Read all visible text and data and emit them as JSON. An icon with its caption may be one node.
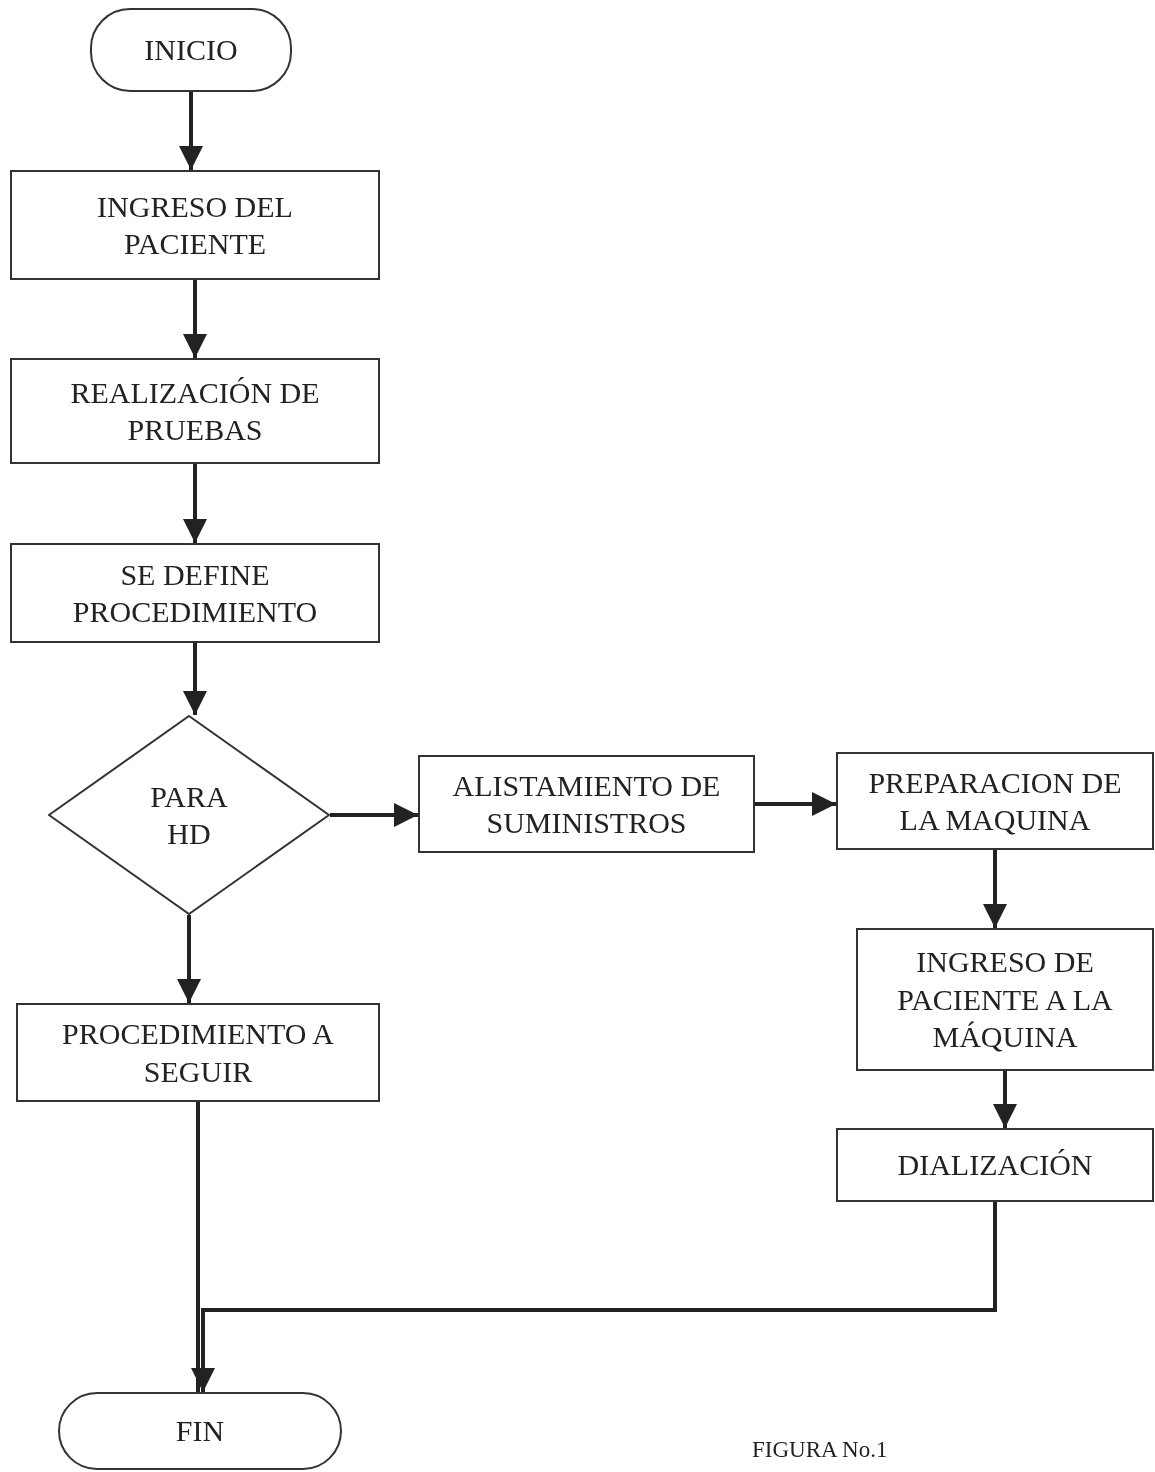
{
  "diagram": {
    "caption": "FIGURA No.1",
    "nodes": [
      {
        "text": [
          "INICIO"
        ]
      },
      {
        "text": [
          "INGRESO DEL PACIENTE"
        ]
      },
      {
        "text": [
          "REALIZACIÓN DE PRUEBAS"
        ]
      },
      {
        "text": [
          "SE DEFINE PROCEDIMIENTO"
        ]
      },
      {
        "text": [
          "PARA HD"
        ]
      },
      {
        "text": [
          "ALISTAMIENTO DE SUMINISTROS"
        ]
      },
      {
        "text": [
          "PREPARACION DE LA MAQUINA"
        ]
      },
      {
        "text": [
          "INGRESO DE PACIENTE A LA MÁQUINA"
        ]
      },
      {
        "text": [
          "DIALIZACIÓN"
        ]
      },
      {
        "text": [
          "PROCEDIMIENTO A SEGUIR"
        ]
      },
      {
        "text": [
          "FIN"
        ]
      }
    ],
    "edges": [
      {
        "from": 0,
        "to": 1,
        "arrow": "to"
      },
      {
        "from": 1,
        "to": 2,
        "arrow": "to"
      },
      {
        "from": 2,
        "to": 3,
        "arrow": "to"
      },
      {
        "from": 3,
        "to": 4,
        "arrow": "to"
      },
      {
        "from": 4,
        "to": 5,
        "arrow": "to"
      },
      {
        "from": 5,
        "to": 6,
        "arrow": "to"
      },
      {
        "from": 6,
        "to": 7,
        "arrow": "to"
      },
      {
        "from": 7,
        "to": 8,
        "arrow": "to"
      },
      {
        "from": 4,
        "to": 9,
        "arrow": "to"
      },
      {
        "from": 9,
        "to": 10,
        "arrow": "none"
      },
      {
        "from": 8,
        "to": 10,
        "arrow": "to"
      }
    ]
  }
}
